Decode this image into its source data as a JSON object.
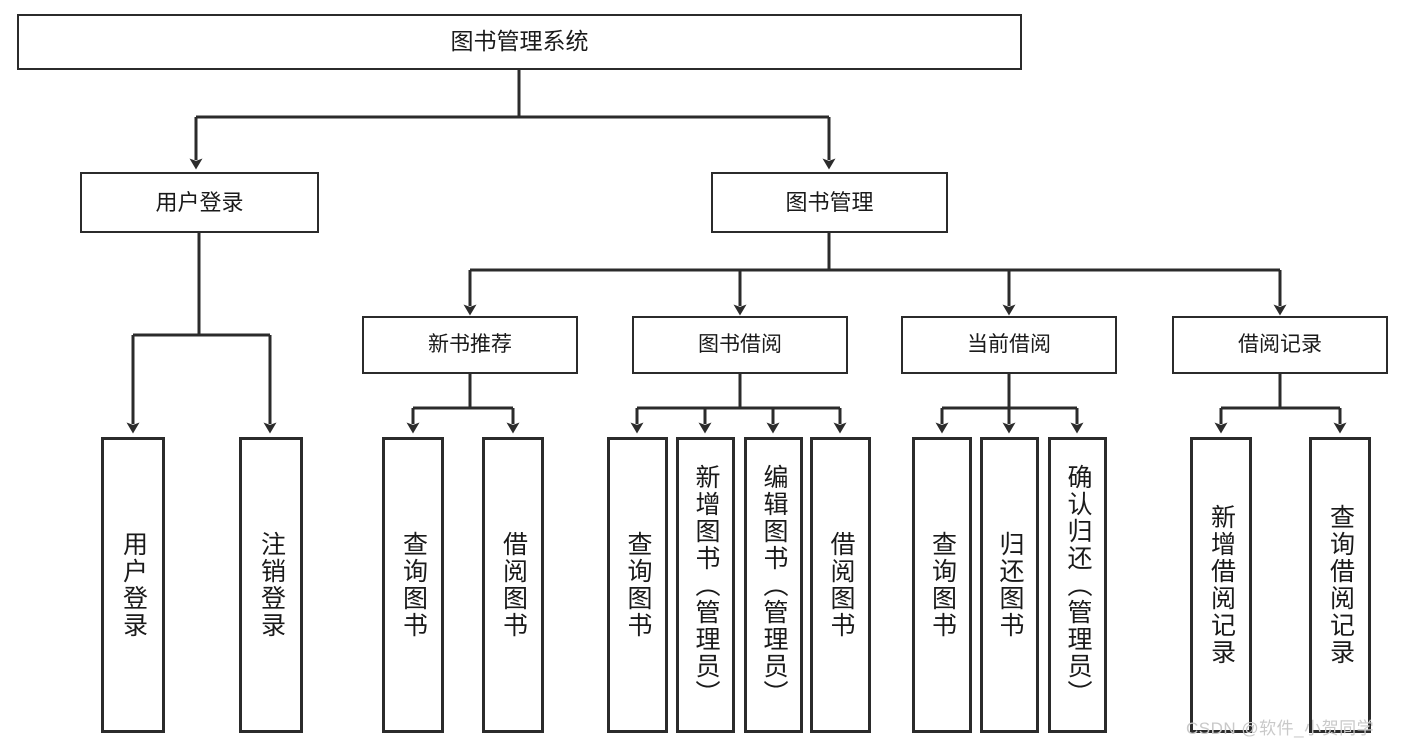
{
  "diagram": {
    "title": "图书管理系统",
    "type": "hierarchy-tree",
    "root": {
      "label": "图书管理系统"
    },
    "level2": [
      {
        "label": "用户登录"
      },
      {
        "label": "图书管理"
      }
    ],
    "level3": [
      {
        "label": "新书推荐"
      },
      {
        "label": "图书借阅"
      },
      {
        "label": "当前借阅"
      },
      {
        "label": "借阅记录"
      }
    ],
    "leaves": {
      "user_login": [
        {
          "label": "用户登录"
        },
        {
          "label": "注销登录"
        }
      ],
      "new_book_recommend": [
        {
          "label": "查询图书"
        },
        {
          "label": "借阅图书"
        }
      ],
      "book_borrow": [
        {
          "label": "查询图书"
        },
        {
          "label": "新增图书（管理员）"
        },
        {
          "label": "编辑图书（管理员）"
        },
        {
          "label": "借阅图书"
        }
      ],
      "current_borrow": [
        {
          "label": "查询图书"
        },
        {
          "label": "归还图书"
        },
        {
          "label": "确认归还（管理员）"
        }
      ],
      "borrow_record": [
        {
          "label": "新增借阅记录"
        },
        {
          "label": "查询借阅记录"
        }
      ]
    }
  },
  "watermark": {
    "text": "CSDN @软件_小贺同学"
  },
  "colors": {
    "stroke": "#2b2b2b",
    "background": "#ffffff",
    "text": "#1a1a1a",
    "watermark": "#c9c9c9"
  }
}
